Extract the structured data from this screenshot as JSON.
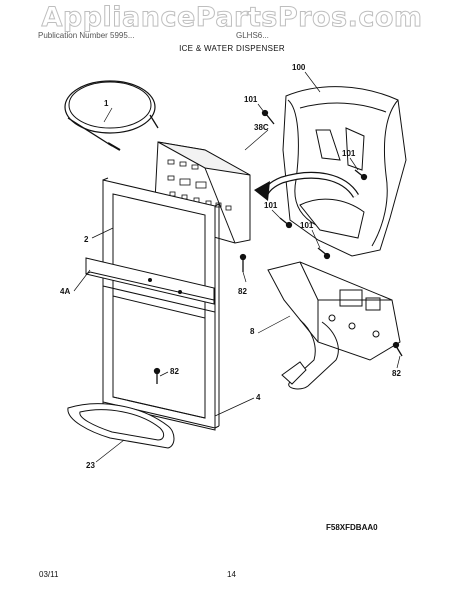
{
  "watermark": "AppliancePartsPros.com",
  "header": {
    "left": "Publication Number 5995...",
    "right": "GLHS6...",
    "section_title": "ICE & WATER DISPENSER"
  },
  "callouts": {
    "c1": "1",
    "c2": "2",
    "c4": "4",
    "c4a": "4A",
    "c8": "8",
    "c23": "23",
    "c38c": "38C",
    "c82a": "82",
    "c82b": "82",
    "c82c": "82",
    "c100": "100",
    "c101a": "101",
    "c101b": "101",
    "c101c": "101",
    "c101d": "101"
  },
  "figure_code": "F58XFDBAA0",
  "footer": {
    "date": "03/11",
    "page": "14"
  }
}
